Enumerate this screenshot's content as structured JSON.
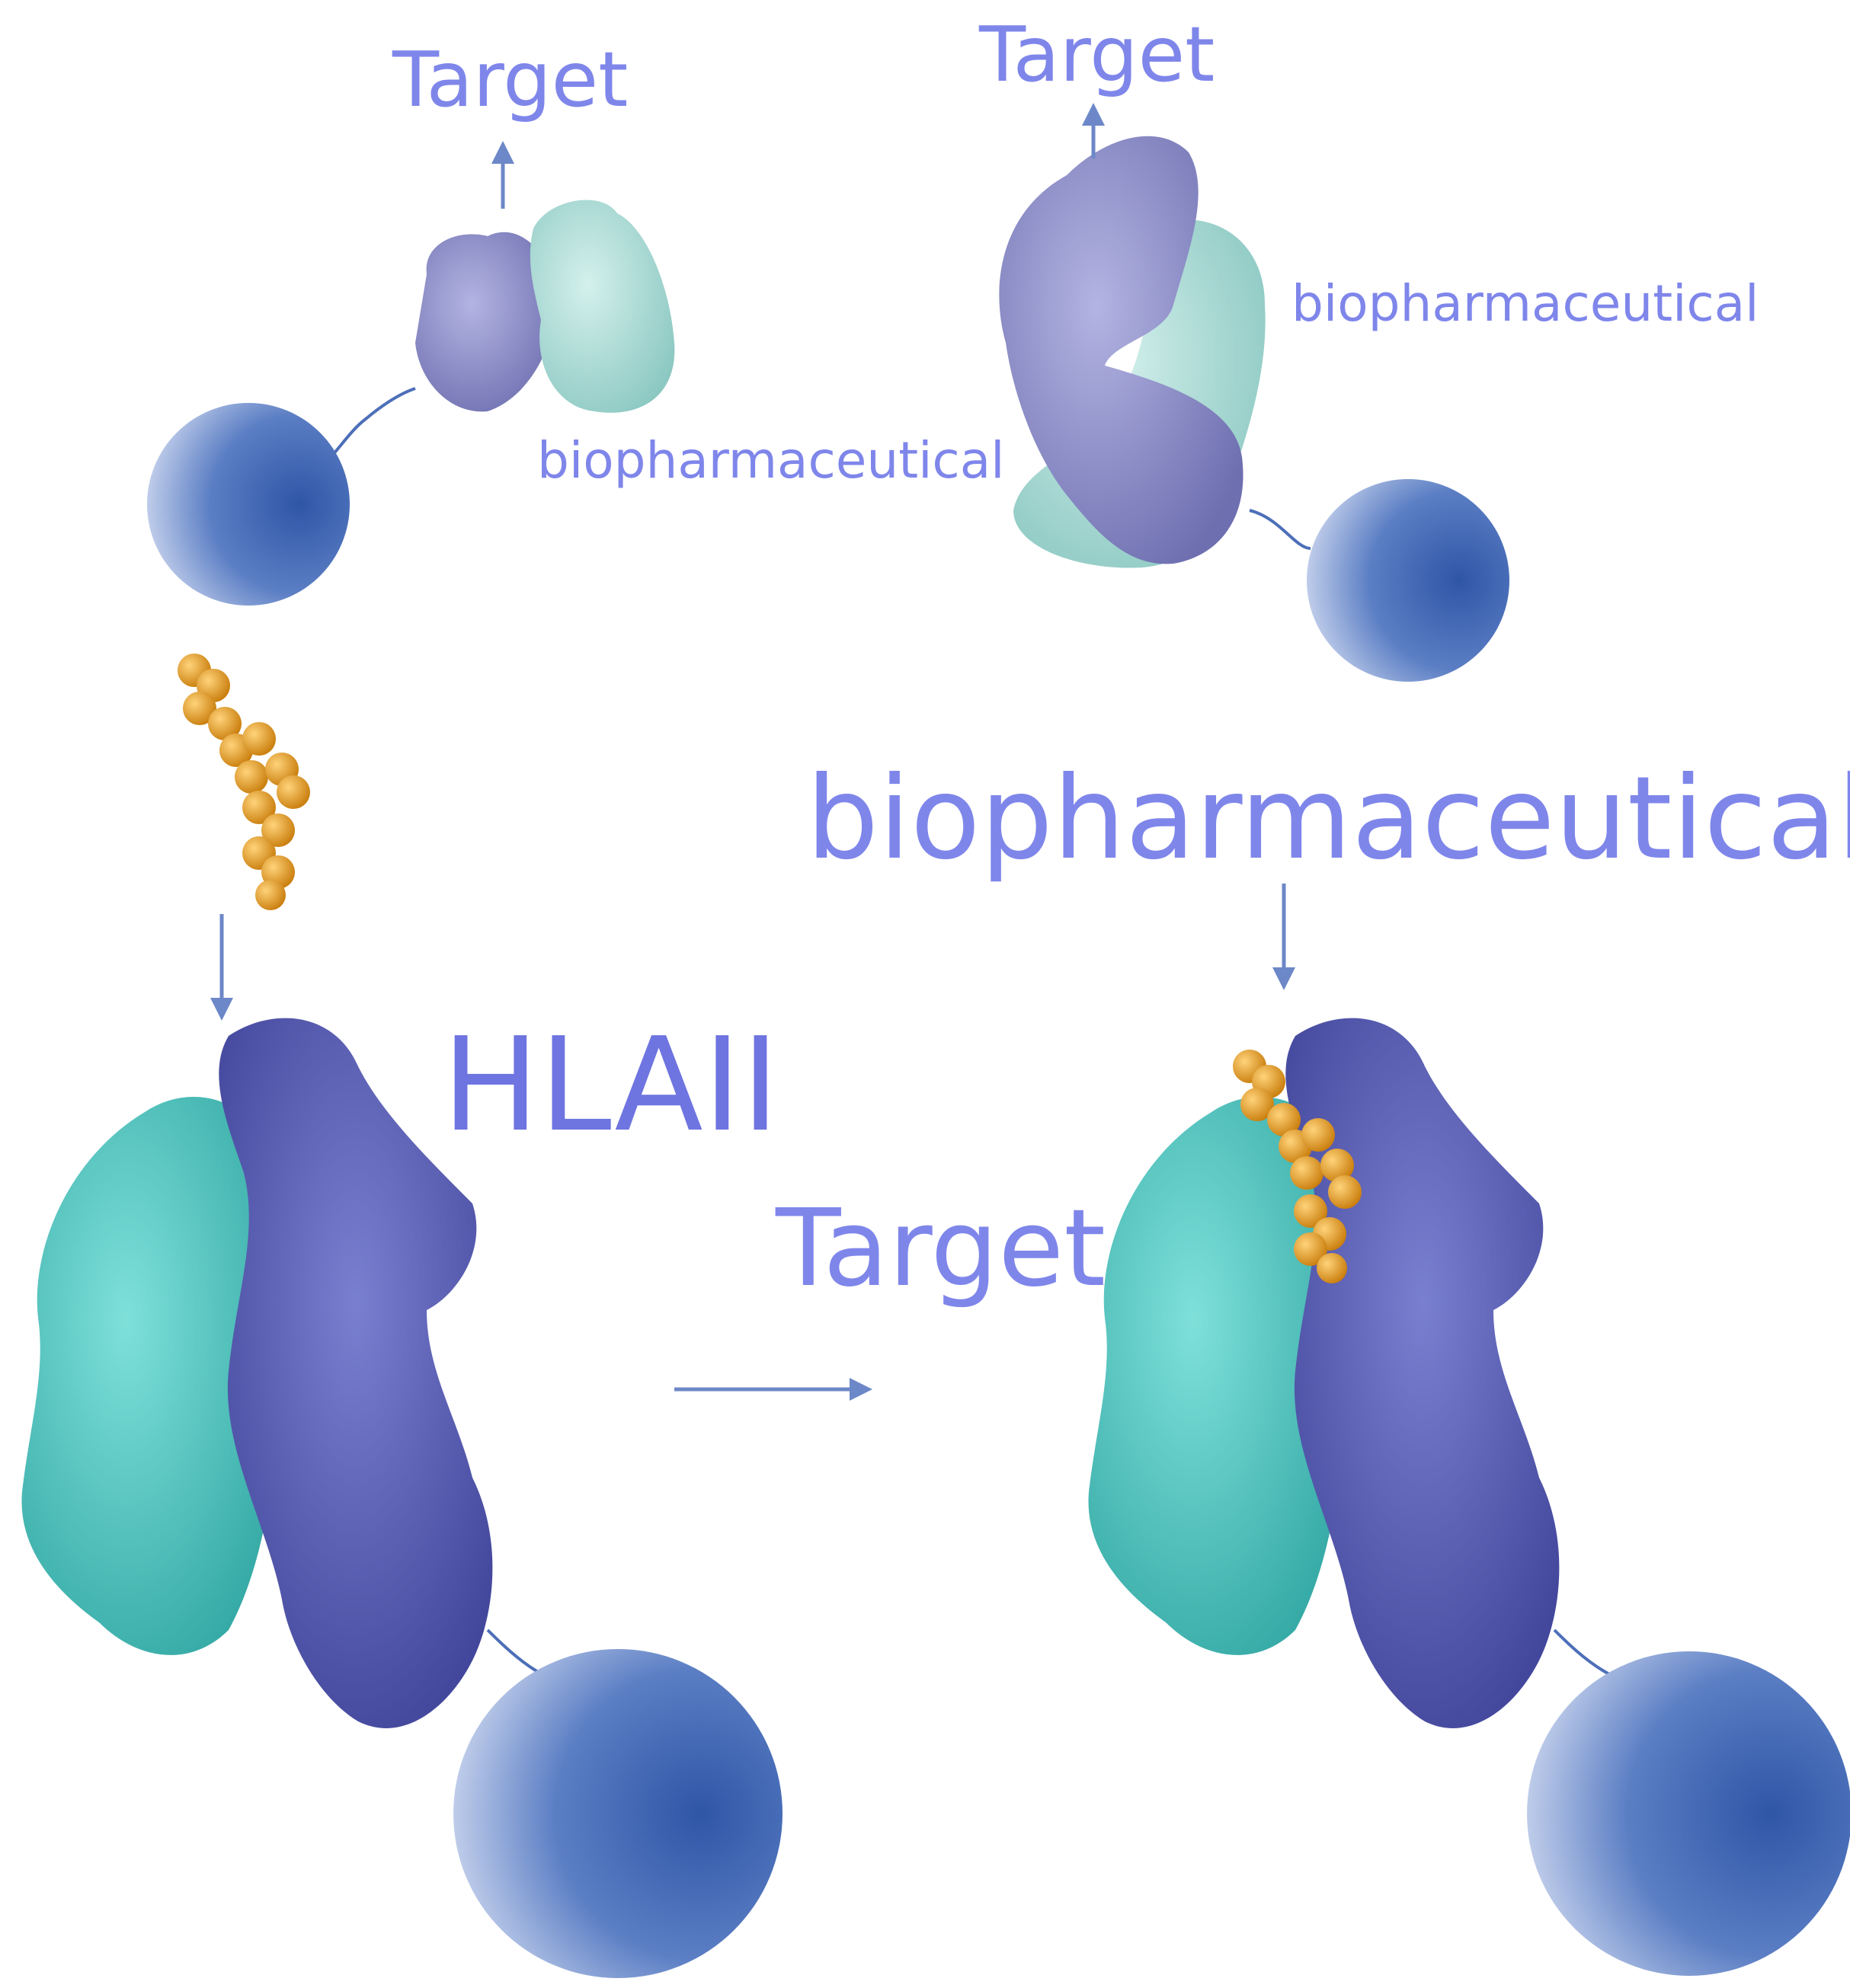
{
  "labels": {
    "target_top_left": "Target",
    "biopharm_top_left": "biopharmaceutical",
    "target_top_right": "Target",
    "biopharm_top_right": "biopharmaceutical",
    "biopharm_large": "biopharmaceutical",
    "hlaii": "HLAII",
    "target_middle": "Target"
  },
  "colors": {
    "text": "#7f86ea",
    "arrow": "#6d88c8",
    "sphere": "#3d62b0",
    "hla_alpha": "#5a5fb0",
    "hla_beta": "#4fc3c0",
    "peptide": "#e59a1f",
    "complex_purple": "#8c8cc8",
    "complex_teal": "#a9dcd6"
  }
}
